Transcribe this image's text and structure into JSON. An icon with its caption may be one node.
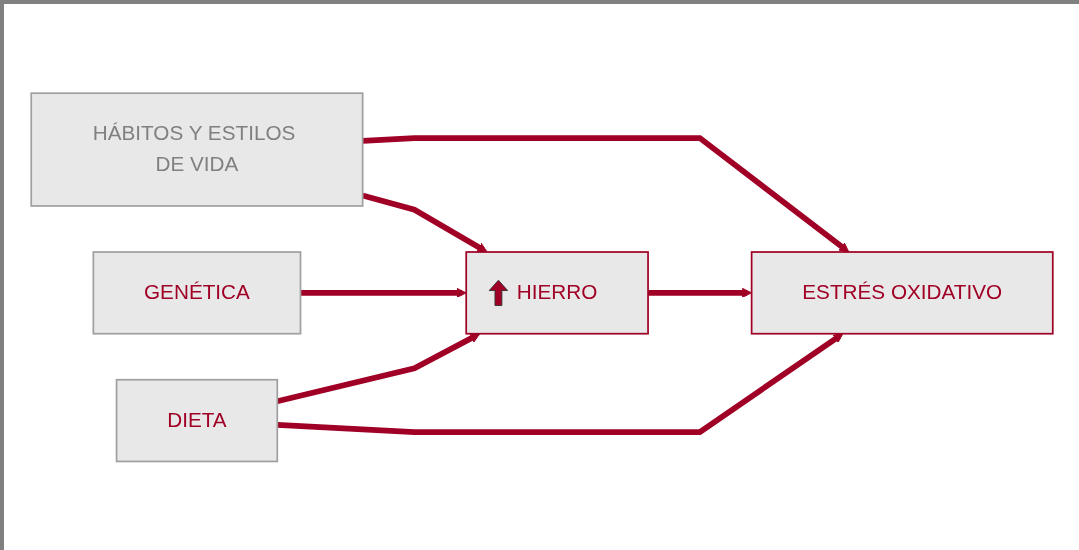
{
  "diagram": {
    "nodes": [
      {
        "text": [
          "HÁBITOS Y ESTILOS DE VIDA"
        ]
      },
      {
        "text": [
          "GENÉTICA"
        ]
      },
      {
        "text": [
          "DIETA"
        ]
      },
      {
        "text": [
          "HIERRO"
        ]
      },
      {
        "text": [
          "ESTRÉS OXIDATIVO"
        ]
      }
    ],
    "edges": [
      {
        "from": 0,
        "to": 3,
        "arrow": "to"
      },
      {
        "from": 0,
        "to": 4,
        "arrow": "to"
      },
      {
        "from": 1,
        "to": 3,
        "arrow": "to"
      },
      {
        "from": 2,
        "to": 3,
        "arrow": "to"
      },
      {
        "from": 3,
        "to": 4,
        "arrow": "to"
      },
      {
        "from": 2,
        "to": 4,
        "arrow": "to"
      }
    ]
  }
}
